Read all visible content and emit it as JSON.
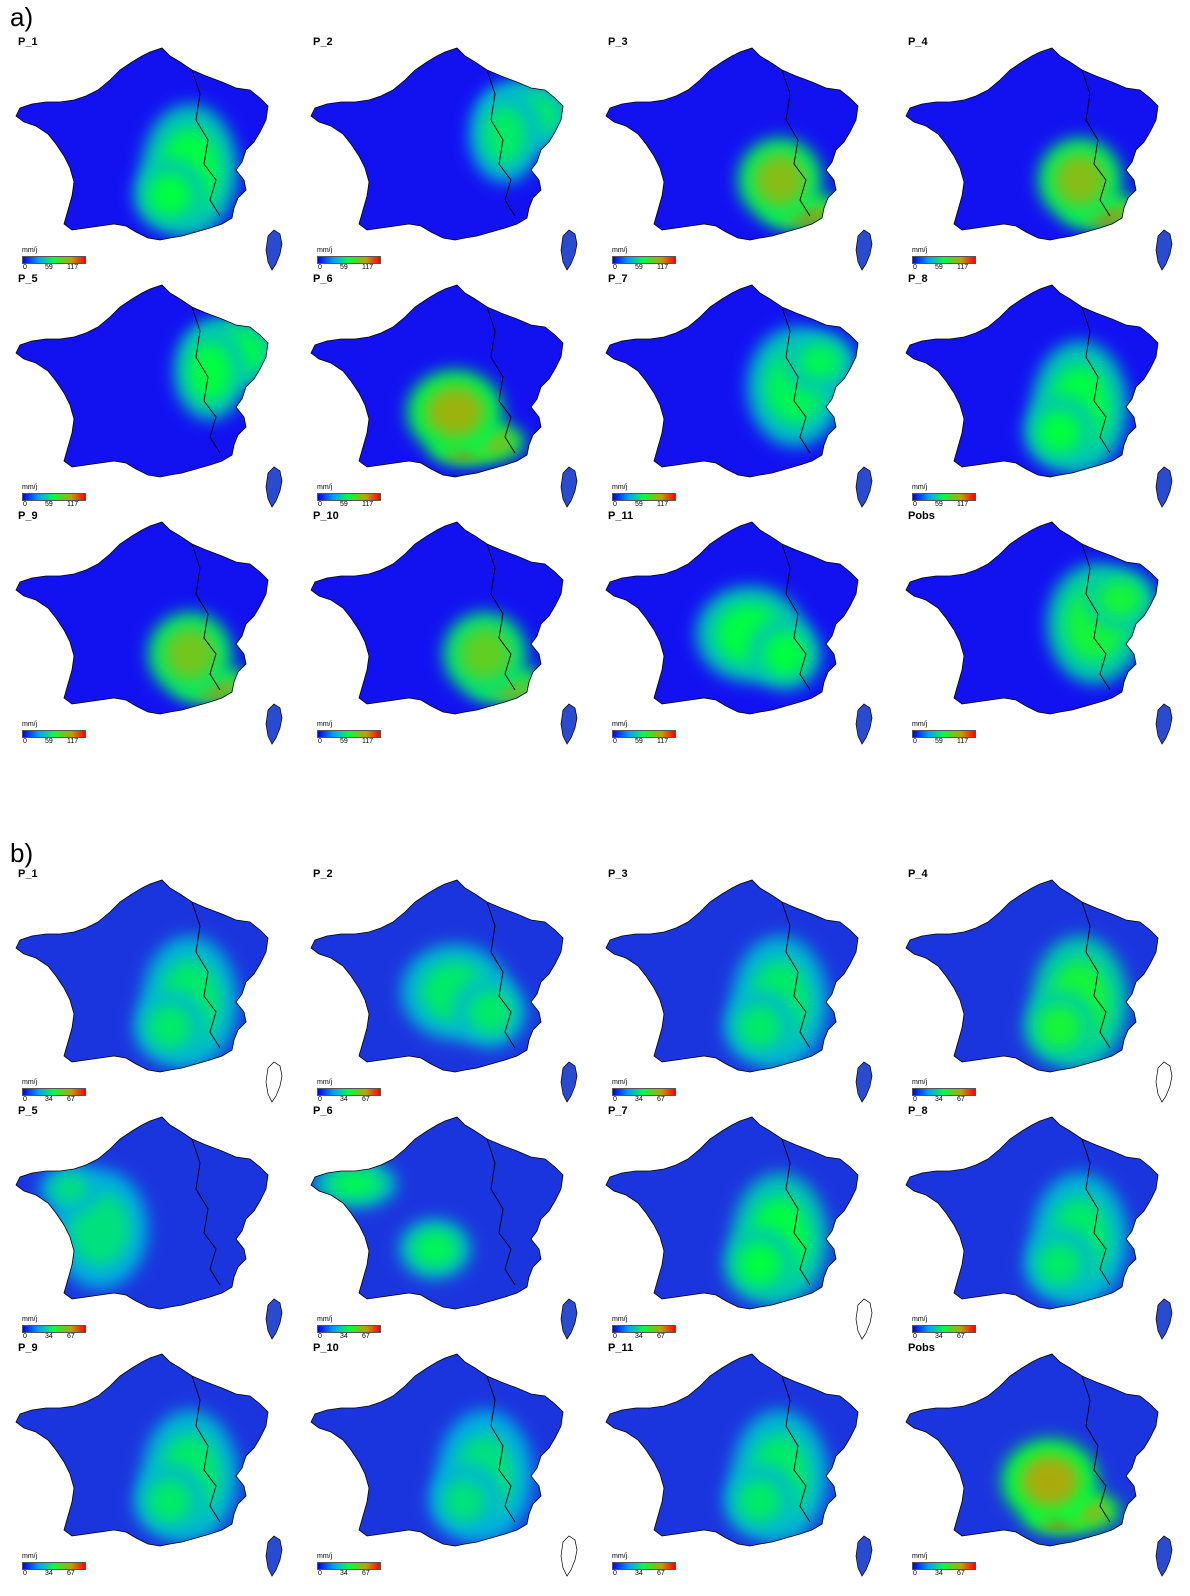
{
  "figure": {
    "sections": [
      {
        "label": "a)",
        "legend": {
          "unit": "mm/j",
          "ticks": [
            "0",
            "59",
            "117"
          ]
        },
        "panels": [
          {
            "title": "P_1",
            "hotspot": "alps-sw",
            "intensity": 0.55
          },
          {
            "title": "P_2",
            "hotspot": "northeast",
            "intensity": 0.45
          },
          {
            "title": "P_3",
            "hotspot": "riviera",
            "intensity": 0.9
          },
          {
            "title": "P_4",
            "hotspot": "riviera",
            "intensity": 0.9
          },
          {
            "title": "P_5",
            "hotspot": "northeast",
            "intensity": 0.55
          },
          {
            "title": "P_6",
            "hotspot": "cevennes",
            "intensity": 0.95
          },
          {
            "title": "P_7",
            "hotspot": "east",
            "intensity": 0.5
          },
          {
            "title": "P_8",
            "hotspot": "alps-sw",
            "intensity": 0.55
          },
          {
            "title": "P_9",
            "hotspot": "riviera",
            "intensity": 0.85
          },
          {
            "title": "P_10",
            "hotspot": "riviera",
            "intensity": 0.8
          },
          {
            "title": "P_11",
            "hotspot": "central",
            "intensity": 0.55
          },
          {
            "title": "Pobs",
            "hotspot": "east",
            "intensity": 0.6
          }
        ]
      },
      {
        "label": "b)",
        "legend": {
          "unit": "mm/j",
          "ticks": [
            "0",
            "34",
            "67"
          ]
        },
        "panels": [
          {
            "title": "P_1",
            "hotspot": "alps-sw",
            "intensity": 0.45
          },
          {
            "title": "P_2",
            "hotspot": "central",
            "intensity": 0.45
          },
          {
            "title": "P_3",
            "hotspot": "alps-sw",
            "intensity": 0.45
          },
          {
            "title": "P_4",
            "hotspot": "alps-sw",
            "intensity": 0.6
          },
          {
            "title": "P_5",
            "hotspot": "west",
            "intensity": 0.4
          },
          {
            "title": "P_6",
            "hotspot": "brittany",
            "intensity": 0.5
          },
          {
            "title": "P_7",
            "hotspot": "alps-sw",
            "intensity": 0.55
          },
          {
            "title": "P_8",
            "hotspot": "alps-sw",
            "intensity": 0.45
          },
          {
            "title": "P_9",
            "hotspot": "alps-sw",
            "intensity": 0.45
          },
          {
            "title": "P_10",
            "hotspot": "alps-sw",
            "intensity": 0.4
          },
          {
            "title": "P_11",
            "hotspot": "alps-sw",
            "intensity": 0.45
          },
          {
            "title": "Pobs",
            "hotspot": "cevennes",
            "intensity": 1.0
          }
        ]
      }
    ]
  }
}
